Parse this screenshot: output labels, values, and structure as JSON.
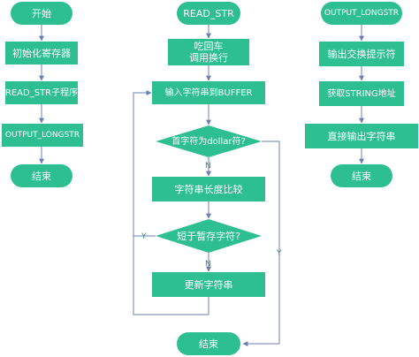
{
  "colors": {
    "fill": "#2ebf91",
    "line": "#6b7fb5",
    "label": "#3a8a72"
  },
  "left": {
    "start": "开始",
    "step1": "初始化寄存器",
    "step2": "READ_STR子程序",
    "step3": "OUTPUT_LONGSTR",
    "end": "结束"
  },
  "middle": {
    "start": "READ_STR",
    "step1_line1": "吃回车",
    "step1_line2": "调用换行",
    "step2": "输入字符串到BUFFER",
    "decision1": "首字符为dollar符?",
    "step3": "字符串长度比较",
    "decision2": "短于暂存字符?",
    "step4": "更新字符串",
    "end": "结束",
    "label_n1": "N",
    "label_y1": "Y",
    "label_y2": "Y",
    "label_n2": "N"
  },
  "right": {
    "start": "OUTPUT_LONGSTR",
    "step1": "输出交换提示符",
    "step2": "获取STRING地址",
    "step3": "直接输出字符串",
    "end": "结束"
  }
}
